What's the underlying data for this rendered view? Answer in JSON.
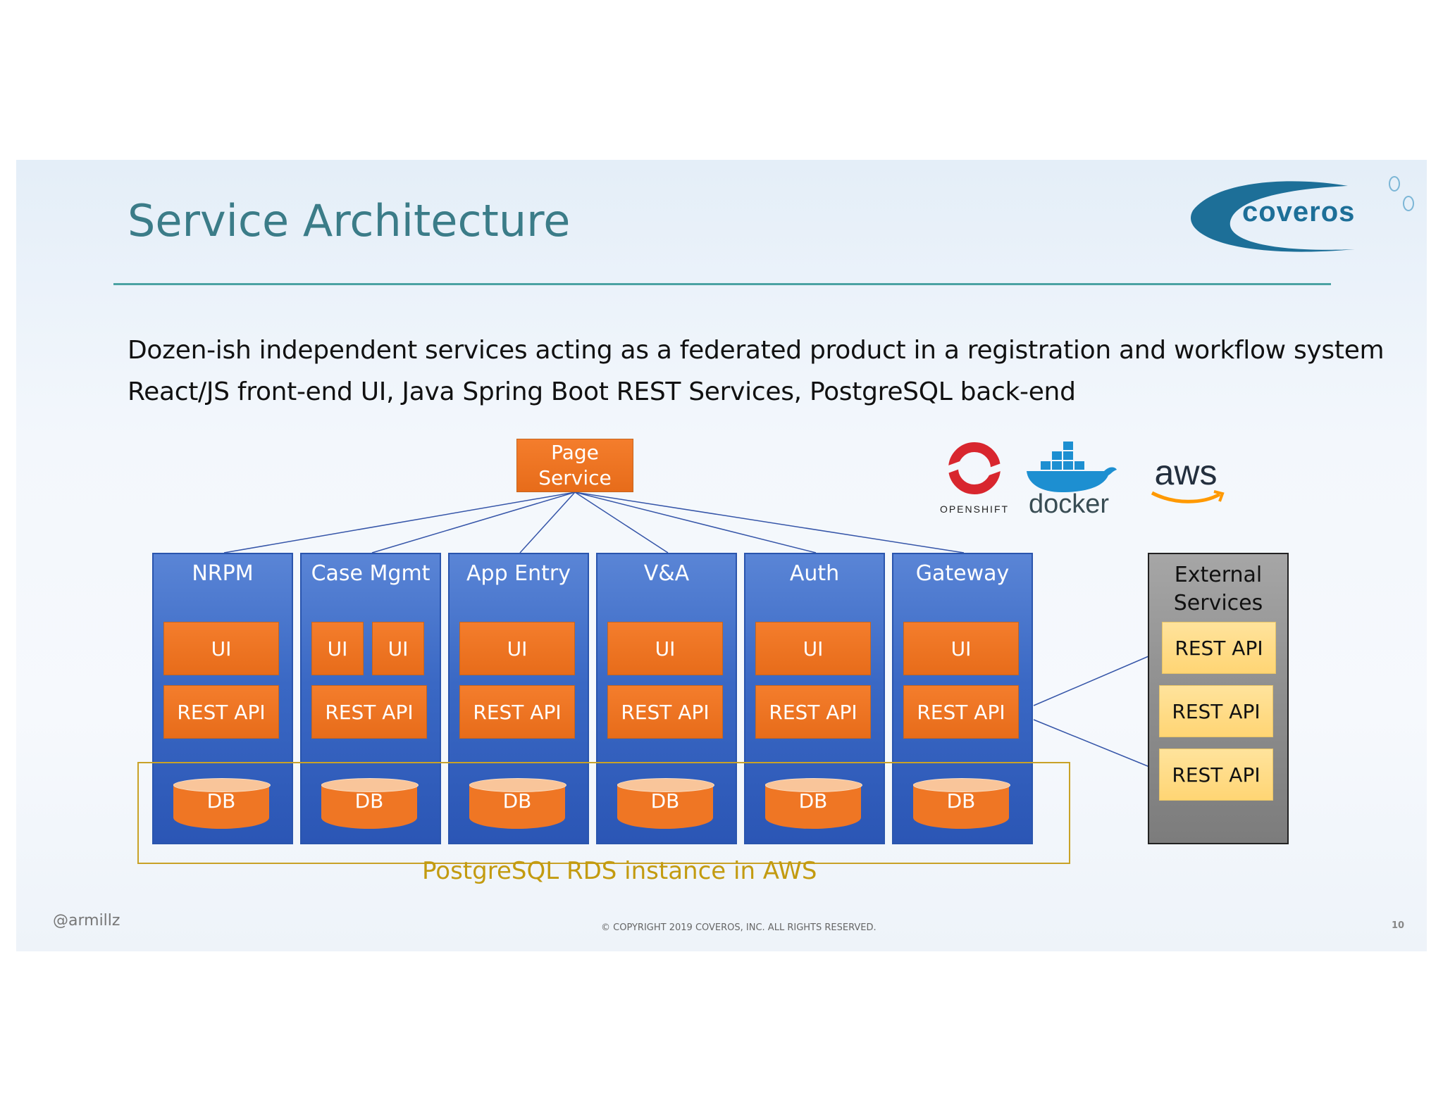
{
  "slide": {
    "title": "Service Architecture",
    "bullets": [
      "Dozen-ish independent services acting as a federated product in a registration and workflow system",
      "React/JS front-end UI, Java Spring Boot REST Services, PostgreSQL back-end"
    ],
    "logo_text": "coveros",
    "footer_handle": "@armillz",
    "footer_copyright": "© COPYRIGHT 2019 COVEROS, INC. ALL RIGHTS RESERVED.",
    "page_number": "10"
  },
  "diagram": {
    "page_service": [
      "Page",
      "Service"
    ],
    "services": [
      {
        "name": "NRPM",
        "ui": [
          "UI"
        ],
        "api": "REST API",
        "db": "DB"
      },
      {
        "name": "Case Mgmt",
        "ui": [
          "UI",
          "UI"
        ],
        "api": "REST API",
        "db": "DB"
      },
      {
        "name": "App Entry",
        "ui": [
          "UI"
        ],
        "api": "REST API",
        "db": "DB"
      },
      {
        "name": "V&A",
        "ui": [
          "UI"
        ],
        "api": "REST API",
        "db": "DB"
      },
      {
        "name": "Auth",
        "ui": [
          "UI"
        ],
        "api": "REST API",
        "db": "DB"
      },
      {
        "name": "Gateway",
        "ui": [
          "UI"
        ],
        "api": "REST API",
        "db": "DB"
      }
    ],
    "external": {
      "title": [
        "External",
        "Services"
      ],
      "apis": [
        "REST API",
        "REST API",
        "REST API"
      ]
    },
    "postgres_label": "PostgreSQL RDS instance in AWS",
    "platform_logos": {
      "openshift": "OPENSHIFT",
      "docker": "docker",
      "aws": "aws"
    }
  }
}
